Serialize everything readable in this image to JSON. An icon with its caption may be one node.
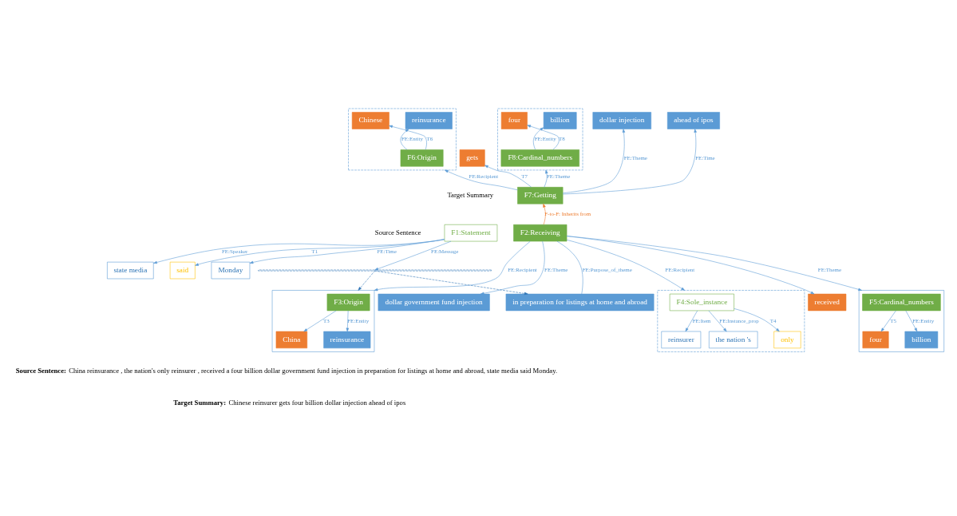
{
  "diagram": {
    "nodes": [
      {
        "text": [],
        "shape": "box"
      },
      {
        "text": [
          "Chinese"
        ],
        "in": 0
      },
      {
        "text": [
          "reinsurance"
        ],
        "in": 0
      },
      {
        "text": [
          "F6:Origin"
        ],
        "in": 0
      },
      {
        "text": [
          "gets"
        ]
      },
      {
        "text": [],
        "shape": "box"
      },
      {
        "text": [
          "four"
        ],
        "in": 5
      },
      {
        "text": [
          "billion"
        ],
        "in": 5
      },
      {
        "text": [
          "F8:Cardinal_numbers"
        ],
        "in": 5
      },
      {
        "text": [
          "dollar injection"
        ]
      },
      {
        "text": [
          "ahead of ipos"
        ]
      },
      {
        "text": [
          "F7:Getting"
        ]
      },
      {
        "text": [
          "F1:Statement"
        ]
      },
      {
        "text": [
          "state media"
        ]
      },
      {
        "text": [
          "said"
        ]
      },
      {
        "text": [
          "Monday"
        ]
      },
      {
        "text": [
          "F2:Receiving"
        ]
      },
      {
        "text": [],
        "shape": "box"
      },
      {
        "text": [
          "F3:Origin"
        ],
        "in": 17
      },
      {
        "text": [
          "China"
        ],
        "in": 17
      },
      {
        "text": [
          "reinsurance"
        ],
        "in": 17
      },
      {
        "text": [],
        "shape": "box"
      },
      {
        "text": [
          "F4:Sole_instance"
        ],
        "in": 21
      },
      {
        "text": [
          "the nation 's"
        ],
        "in": 21
      },
      {
        "text": [
          "only"
        ],
        "in": 21
      },
      {
        "text": [
          "reinsurer"
        ],
        "in": 21
      },
      {
        "text": [
          "received"
        ]
      },
      {
        "text": [],
        "shape": "box"
      },
      {
        "text": [
          "F5:Cardinal_numbers"
        ],
        "in": 27
      },
      {
        "text": [
          "four"
        ],
        "in": 27
      },
      {
        "text": [
          "billion"
        ],
        "in": 27
      },
      {
        "text": [
          "dollar government fund injection"
        ]
      },
      {
        "text": [
          "in preparation for listings at home and abroad"
        ]
      },
      {
        "text": [],
        "shape": "bar"
      }
    ],
    "edges": [
      {
        "from": 3,
        "to": 1,
        "arrow": "to",
        "label": "T6"
      },
      {
        "from": 3,
        "to": 2,
        "arrow": "to",
        "label": "FE:Entity"
      },
      {
        "from": 8,
        "to": 6,
        "arrow": "to",
        "label": "T8"
      },
      {
        "from": 8,
        "to": 7,
        "arrow": "to",
        "label": "FE:Entity"
      },
      {
        "from": 11,
        "to": 0,
        "arrow": "to",
        "label": "FE:Recipient"
      },
      {
        "from": 11,
        "to": 4,
        "arrow": "to",
        "label": "T7"
      },
      {
        "from": 11,
        "to": 5,
        "arrow": "to",
        "label": "FE:Theme"
      },
      {
        "from": 11,
        "to": 9,
        "arrow": "to",
        "label": "FE:Theme"
      },
      {
        "from": 11,
        "to": 10,
        "arrow": "to",
        "label": "FE:Time"
      },
      {
        "from": 16,
        "to": 11,
        "arrow": "to",
        "label": "F-to-F: Inherits from",
        "color": "#ed7d31"
      },
      {
        "from": 12,
        "to": 13,
        "arrow": "to",
        "label": "FE:Speaker"
      },
      {
        "from": 12,
        "to": 14,
        "arrow": "to",
        "label": "T1"
      },
      {
        "from": 12,
        "to": 15,
        "arrow": "to",
        "label": "FE:Time"
      },
      {
        "from": 12,
        "to": 33,
        "arrow": "to",
        "label": "FE:Message"
      },
      {
        "from": 33,
        "to": 17,
        "arrow": "to",
        "style": "dashed",
        "color": "#2e75b6"
      },
      {
        "from": 33,
        "to": 32,
        "arrow": "to",
        "style": "dashed",
        "color": "#2e75b6"
      },
      {
        "from": 16,
        "to": 17,
        "arrow": "to",
        "label": "FE:Recipient"
      },
      {
        "from": 16,
        "to": 21,
        "arrow": "to",
        "label": "FE:Recipient"
      },
      {
        "from": 16,
        "to": 26,
        "arrow": "to"
      },
      {
        "from": 16,
        "to": 27,
        "arrow": "to",
        "label": "FE:Theme"
      },
      {
        "from": 16,
        "to": 31,
        "arrow": "to",
        "label": "FE:Theme"
      },
      {
        "from": 16,
        "to": 32,
        "arrow": "none",
        "label": "FE:Purpose_of_theme"
      },
      {
        "from": 18,
        "to": 19,
        "arrow": "to",
        "label": "T3"
      },
      {
        "from": 18,
        "to": 20,
        "arrow": "to",
        "label": "FE:Entity"
      },
      {
        "from": 22,
        "to": 23,
        "arrow": "to",
        "label": "FE:Instance_prop"
      },
      {
        "from": 22,
        "to": 24,
        "arrow": "to",
        "label": "T4"
      },
      {
        "from": 22,
        "to": 25,
        "arrow": "to",
        "label": "FE:Item"
      },
      {
        "from": 28,
        "to": 29,
        "arrow": "to",
        "label": "T5"
      },
      {
        "from": 28,
        "to": 30,
        "arrow": "to",
        "label": "FE:Entity"
      }
    ],
    "labels": [
      "Target Summary",
      "Source Sentence",
      "**Source Sentence:** China reinsurance , the nation's only reinsurer , received a four billion dollar government fund injection in preparation for listings at home and abroad, state media said Monday.",
      "**Target Summary:** Chinese reinsurer gets four billion dollar injection ahead of ipos"
    ]
  }
}
